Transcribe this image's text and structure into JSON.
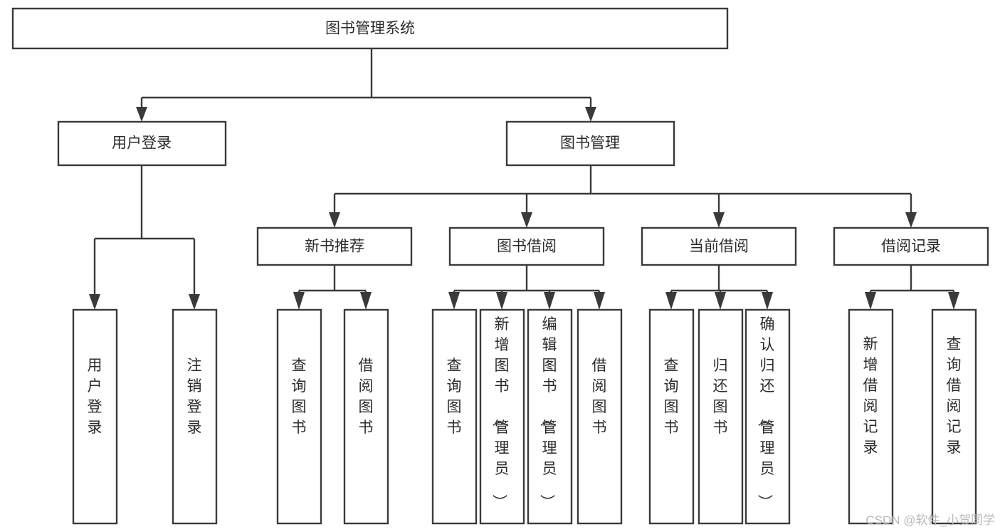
{
  "diagram": {
    "title": "图书管理系统",
    "type": "tree",
    "style": {
      "box_fill": "#ffffff",
      "box_stroke": "#3a3a3a",
      "text_color": "#2b2b2b",
      "background": "#ffffff",
      "watermark_color": "#b9b9b9"
    },
    "root": {
      "id": "root",
      "label": "图书管理系统",
      "orientation": "horizontal"
    },
    "level2": [
      {
        "id": "user-login",
        "label": "用户登录",
        "orientation": "horizontal"
      },
      {
        "id": "book-management",
        "label": "图书管理",
        "orientation": "horizontal"
      }
    ],
    "level3": [
      {
        "id": "new-book-recommend",
        "label": "新书推荐",
        "orientation": "horizontal",
        "parent": "book-management"
      },
      {
        "id": "book-borrow",
        "label": "图书借阅",
        "orientation": "horizontal",
        "parent": "book-management"
      },
      {
        "id": "current-borrow",
        "label": "当前借阅",
        "orientation": "horizontal",
        "parent": "book-management"
      },
      {
        "id": "borrow-record",
        "label": "借阅记录",
        "orientation": "horizontal",
        "parent": "book-management"
      }
    ],
    "leaves": [
      {
        "id": "leaf-user-login",
        "label": "用户登录",
        "orientation": "vertical",
        "parent": "user-login"
      },
      {
        "id": "leaf-logout",
        "label": "注销登录",
        "orientation": "vertical",
        "parent": "user-login"
      },
      {
        "id": "leaf-query-book-1",
        "label": "查询图书",
        "orientation": "vertical",
        "parent": "new-book-recommend"
      },
      {
        "id": "leaf-borrow-book-1",
        "label": "借阅图书",
        "orientation": "vertical",
        "parent": "new-book-recommend"
      },
      {
        "id": "leaf-query-book-2",
        "label": "查询图书",
        "orientation": "vertical",
        "parent": "book-borrow"
      },
      {
        "id": "leaf-add-book",
        "label": "新增图书（管理员）",
        "orientation": "vertical",
        "parent": "book-borrow"
      },
      {
        "id": "leaf-edit-book",
        "label": "编辑图书（管理员）",
        "orientation": "vertical",
        "parent": "book-borrow"
      },
      {
        "id": "leaf-borrow-book-2",
        "label": "借阅图书",
        "orientation": "vertical",
        "parent": "book-borrow"
      },
      {
        "id": "leaf-query-book-3",
        "label": "查询图书",
        "orientation": "vertical",
        "parent": "current-borrow"
      },
      {
        "id": "leaf-return-book",
        "label": "归还图书",
        "orientation": "vertical",
        "parent": "current-borrow"
      },
      {
        "id": "leaf-confirm-return",
        "label": "确认归还（管理员）",
        "orientation": "vertical",
        "parent": "current-borrow"
      },
      {
        "id": "leaf-add-record",
        "label": "新增借阅记录",
        "orientation": "vertical",
        "parent": "borrow-record"
      },
      {
        "id": "leaf-query-record",
        "label": "查询借阅记录",
        "orientation": "vertical",
        "parent": "borrow-record"
      }
    ]
  },
  "watermark": {
    "text": "CSDN @软件_小贺同学"
  }
}
